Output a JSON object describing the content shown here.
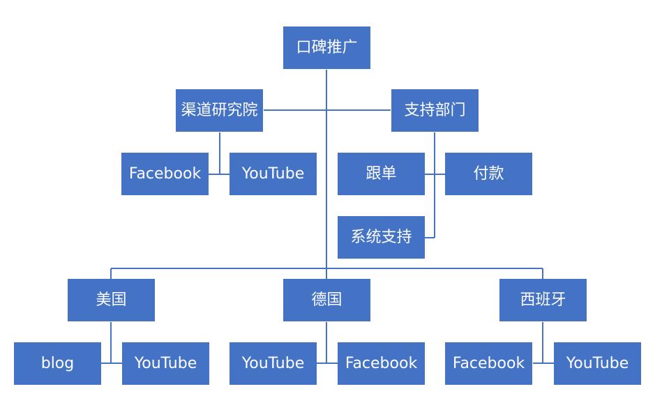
{
  "colors": {
    "node_fill": "#4472c4",
    "node_text": "#ffffff",
    "connector": "#4472c4",
    "background": "#ffffff"
  },
  "org_chart": {
    "root": {
      "label": "口碑推广"
    },
    "assistants": {
      "left": {
        "label": "渠道研究院",
        "children": [
          {
            "label": "Facebook"
          },
          {
            "label": "YouTube"
          }
        ]
      },
      "right": {
        "label": "支持部门",
        "children": [
          {
            "label": "跟单"
          },
          {
            "label": "付款"
          },
          {
            "label": "系统支持"
          }
        ]
      }
    },
    "countries": [
      {
        "label": "美国",
        "children": [
          {
            "label": "blog"
          },
          {
            "label": "YouTube"
          }
        ]
      },
      {
        "label": "德国",
        "children": [
          {
            "label": "YouTube"
          },
          {
            "label": "Facebook"
          }
        ]
      },
      {
        "label": "西班牙",
        "children": [
          {
            "label": "Facebook"
          },
          {
            "label": "YouTube"
          }
        ]
      }
    ]
  }
}
